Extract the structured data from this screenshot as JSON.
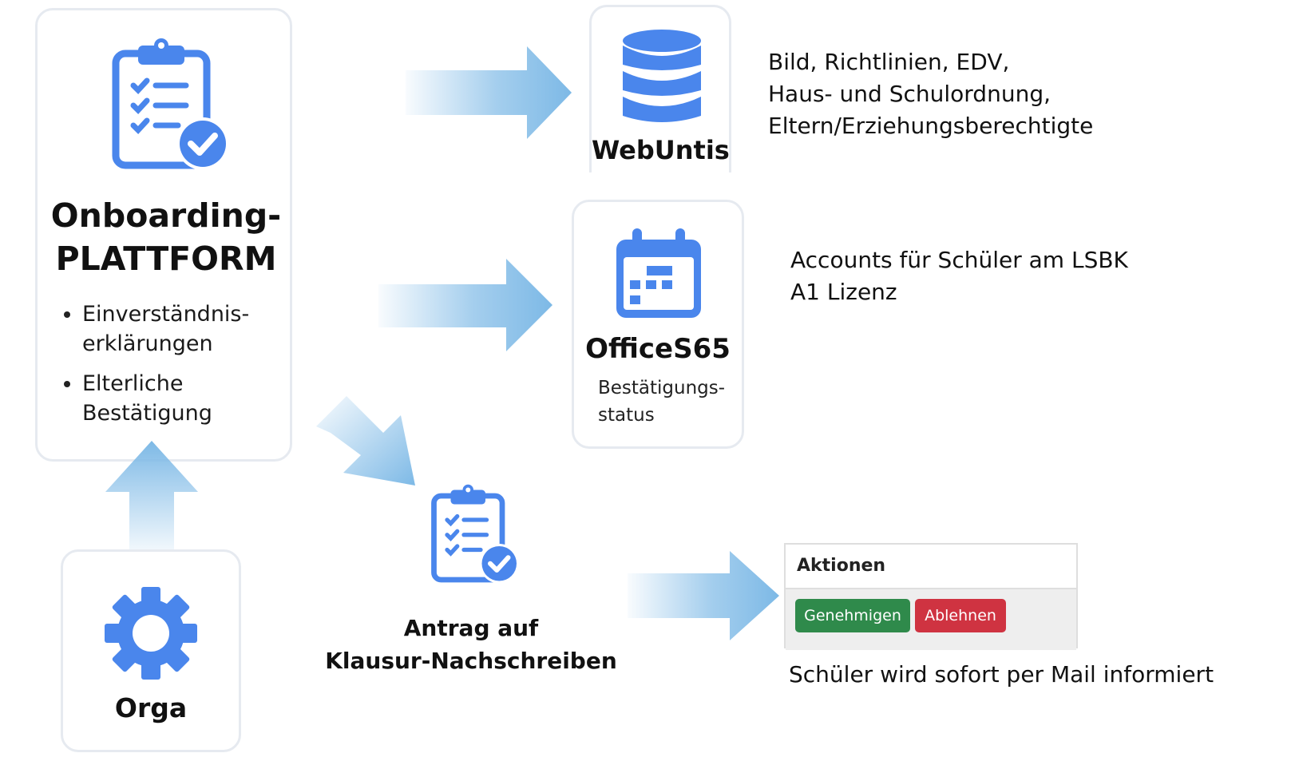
{
  "colors": {
    "icon_blue": "#4a86ec",
    "arrow_blue": "#7db9e6",
    "approve_green": "#2f8a4b",
    "reject_red": "#cf3341"
  },
  "onboarding": {
    "icon": "clipboard-check-icon",
    "title_line1": "Onboarding-",
    "title_line2": "PLATTFORM",
    "items": [
      "Einverständnis-\nerklärungen",
      "Elterliche\nBestätigung"
    ]
  },
  "webuntis": {
    "icon": "database-icon",
    "label": "WebUntis",
    "info": [
      "Bild, Richtlinien, EDV,",
      "Haus- und Schulordnung,",
      "Eltern/Erziehungsberechtigte"
    ]
  },
  "office": {
    "icon": "calendar-icon",
    "label": "OfficeS65",
    "sub_line1": "Bestätigungs-",
    "sub_line2": "status",
    "info": [
      "Accounts für Schüler am LSBK",
      "A1 Lizenz"
    ]
  },
  "antrag": {
    "icon": "clipboard-check-icon",
    "line1": "Antrag auf",
    "line2": "Klausur-Nachschreiben"
  },
  "orga": {
    "icon": "gear-icon",
    "label": "Orga"
  },
  "actions": {
    "header": "Aktionen",
    "approve_label": "Genehmigen",
    "reject_label": "Ablehnen",
    "note": "Schüler wird sofort per Mail informiert"
  }
}
